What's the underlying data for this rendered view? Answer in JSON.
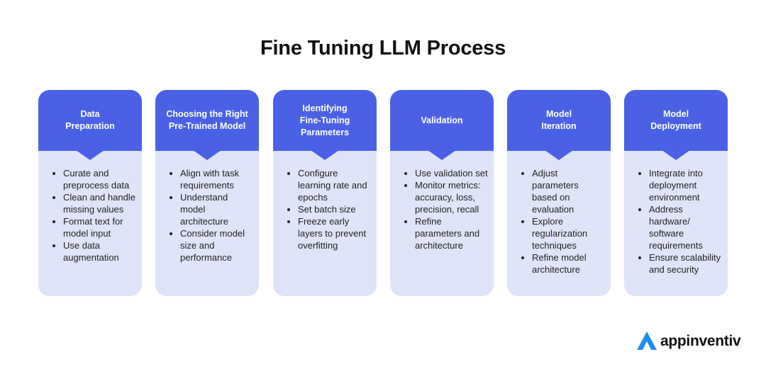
{
  "title": "Fine Tuning LLM Process",
  "steps": [
    {
      "heading_lines": [
        "Data",
        "Preparation"
      ],
      "bullets": [
        "Curate and preprocess data",
        "Clean and handle missing values",
        "Format text for model input",
        "Use data augmentation"
      ]
    },
    {
      "heading_lines": [
        "Choosing the Right",
        "Pre-Trained Model"
      ],
      "bullets": [
        "Align with task requirements",
        "Understand model architecture",
        "Consider model size and performance"
      ]
    },
    {
      "heading_lines": [
        "Identifying",
        "Fine-Tuning",
        "Parameters"
      ],
      "bullets": [
        "Configure learning rate and epochs",
        "Set batch size",
        "Freeze early layers to prevent overfitting"
      ]
    },
    {
      "heading_lines": [
        "Validation"
      ],
      "bullets": [
        "Use validation set",
        "Monitor metrics: accuracy, loss, precision, recall",
        "Refine parameters and architecture"
      ]
    },
    {
      "heading_lines": [
        "Model",
        "Iteration"
      ],
      "bullets": [
        "Adjust parameters based on evaluation",
        "Explore regularization techniques",
        "Refine model architecture"
      ]
    },
    {
      "heading_lines": [
        "Model",
        "Deployment"
      ],
      "bullets": [
        "Integrate into deployment environment",
        "Address hardware/ software requirements",
        "Ensure scalability and security"
      ]
    }
  ],
  "brand": {
    "name": "appinventiv",
    "icon": "appinventiv-logo-icon",
    "accent_color": "#4a61e6",
    "card_color": "#dfe4f9"
  }
}
